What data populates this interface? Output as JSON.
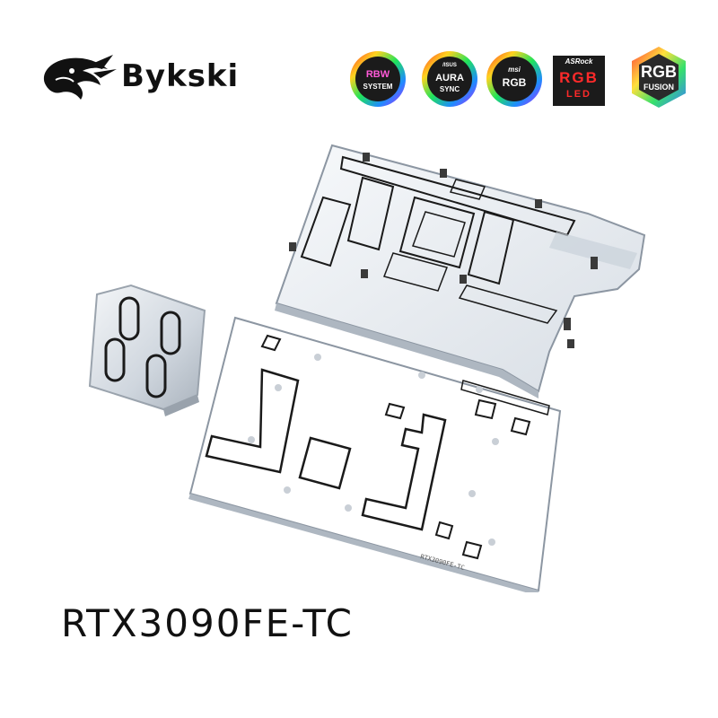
{
  "brand": {
    "name": "Bykski",
    "logo_icon": "dragon-icon"
  },
  "badges": [
    {
      "id": "rbw",
      "icon": "rainbow-ring-icon",
      "line1": "RBW",
      "line2": "SYSTEM"
    },
    {
      "id": "asus",
      "icon": "rainbow-ring-icon",
      "line0": "/ISUS",
      "line1": "AURA",
      "line2": "SYNC"
    },
    {
      "id": "msi",
      "icon": "rainbow-ring-icon",
      "line0": "msi",
      "line1": "RGB"
    },
    {
      "id": "asrock",
      "icon": "asrock-rgb-led-icon",
      "line0": "ASRock",
      "line1": "RGB",
      "line2": "LED"
    },
    {
      "id": "gigabyte",
      "icon": "rgb-fusion-icon",
      "line1": "RGB",
      "line2": "FUSION"
    }
  ],
  "product": {
    "model": "RTX3090FE-TC",
    "backplate_engraving": "RTX3090FE-TC",
    "colors": {
      "acrylic": "#e9edf2",
      "edge": "#9aa3ad",
      "outline": "#1a1a1a",
      "screw": "#3a3a3a"
    }
  }
}
